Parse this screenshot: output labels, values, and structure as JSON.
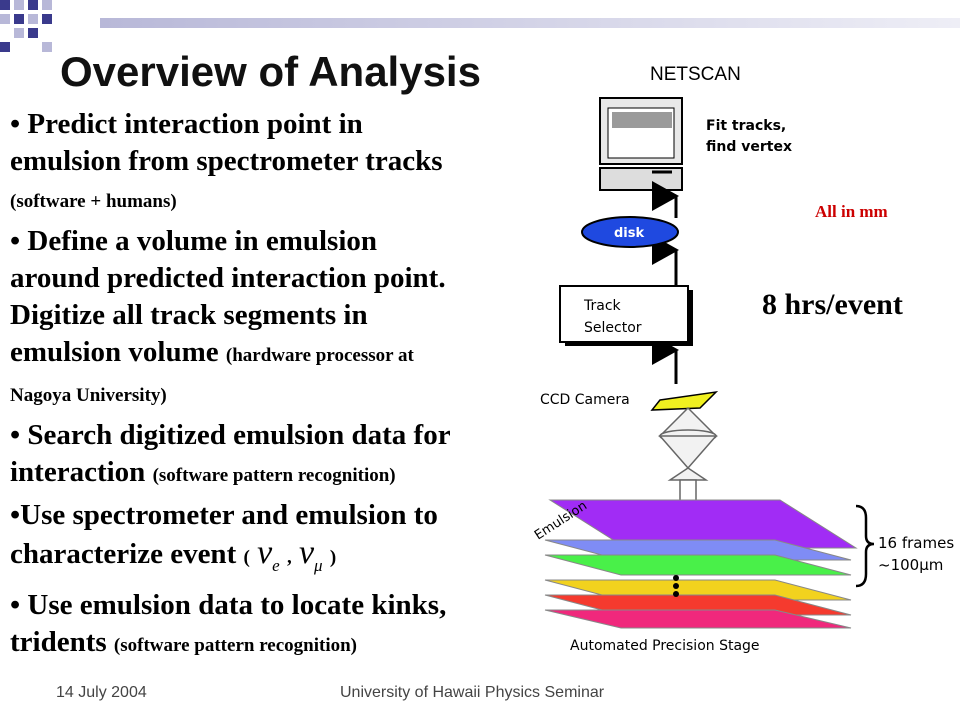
{
  "slide": {
    "title": "Overview of Analysis",
    "bullets": [
      {
        "main": "• Predict interaction point in emulsion from spectrometer tracks",
        "note": "(software + humans)"
      },
      {
        "main": "• Define a volume in emulsion around predicted interaction point. Digitize all track segments in emulsion volume",
        "note": "(hardware processor at Nagoya University)"
      },
      {
        "main": "• Search digitized emulsion data for interaction",
        "note": "(software pattern recognition)"
      },
      {
        "main": "•Use spectrometer and emulsion to characterize event",
        "open": "(",
        "nu": "ν",
        "sub_e": "e",
        "comma": ",",
        "sub_mu": "μ",
        "close": ")"
      },
      {
        "main": "• Use emulsion data to locate kinks, tridents",
        "note": "(software pattern recognition)"
      }
    ],
    "footer_date": "14 July 2004",
    "footer_center": "University of Hawaii Physics Seminar"
  },
  "diagram": {
    "netscan": "NETSCAN",
    "fit_line1": "Fit tracks,",
    "fit_line2": "find vertex",
    "disk": "disk",
    "track_line1": "Track",
    "track_line2": "Selector",
    "ccd": "CCD Camera",
    "emulsion": "Emulsion",
    "frames_line1": "16 frames",
    "frames_line2": "~100μm",
    "stage": "Automated Precision Stage",
    "all_in_mm": "All in mm",
    "hrs_per_event": "8 hrs/event"
  },
  "colors": {
    "deco_navy": "#3a3a8c",
    "deco_light": "#b8b8d8",
    "disk_blue": "#1f49e0",
    "note_red": "#cc0000",
    "layer_purple": "#a12cf5",
    "layer_blue": "#7f8cf5",
    "layer_green": "#49f049",
    "layer_yellow": "#f2d21e",
    "layer_red": "#f53a2e",
    "layer_magenta": "#f0287c"
  }
}
